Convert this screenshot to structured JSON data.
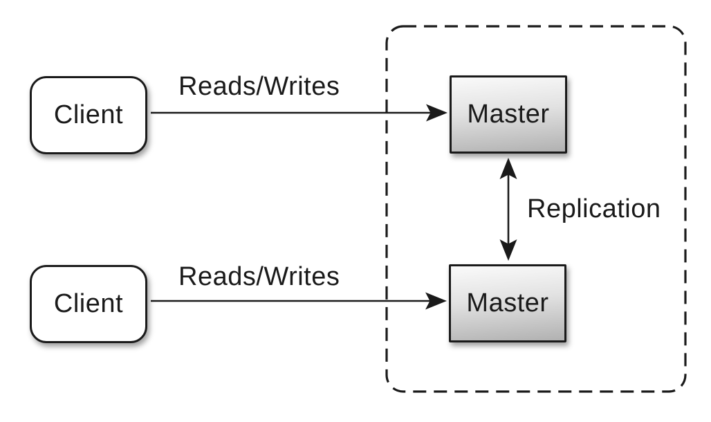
{
  "nodes": {
    "client_top": {
      "label": "Client"
    },
    "client_bottom": {
      "label": "Client"
    },
    "master_top": {
      "label": "Master"
    },
    "master_bottom": {
      "label": "Master"
    }
  },
  "edges": {
    "reads_writes_top": {
      "label": "Reads/Writes"
    },
    "reads_writes_bottom": {
      "label": "Reads/Writes"
    },
    "replication": {
      "label": "Replication"
    }
  },
  "colors": {
    "background": "#ffffff",
    "stroke": "#1a1a1a",
    "client_fill": "#ffffff",
    "master_fill_top": "#fafafa",
    "master_fill_bottom": "#b1b1b1"
  }
}
